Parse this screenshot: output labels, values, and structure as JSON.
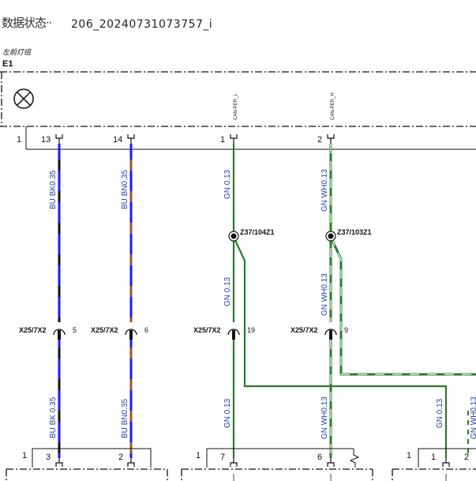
{
  "header": {
    "status_label": "数据状态",
    "status_dots": "··",
    "file_id": "206_20240731073757_i"
  },
  "component": {
    "name": "左前灯组",
    "id": "E1"
  },
  "colors": {
    "blue": "#1a1aff",
    "black": "#111111",
    "brown": "#a0522d",
    "green": "#2a7a2a",
    "white": "#ffffff",
    "label_blue": "#1f3fa6"
  },
  "pins_top": {
    "row_number": "1",
    "pins": [
      "13",
      "14",
      "1",
      "2"
    ],
    "signals": [
      "CAN-PER_L",
      "CAN-PER_H"
    ]
  },
  "wire_labels": {
    "w1_top": "BU BK0.35",
    "w2_top": "BU BN0.35",
    "w3_top": "GN 0.13",
    "w4_top": "GN WH0.13",
    "w3_mid": "GN 0.13",
    "w4_mid": "GN WH0.13",
    "w1_bot": "BU BK 0.35",
    "w2_bot": "BU BN0.35",
    "w3_bot": "GN 0.13",
    "w4_bot": "GN WH0.13",
    "w5_bot": "GN 0.13",
    "w6_bot": "GN WH0.13"
  },
  "splices": [
    {
      "label": "Z37/104Z1"
    },
    {
      "label": "Z37/103Z1"
    }
  ],
  "inline_connectors": [
    {
      "label": "X25/7X2",
      "pin": "5"
    },
    {
      "label": "X25/7X2",
      "pin": "6"
    },
    {
      "label": "X25/7X2",
      "pin": "19"
    },
    {
      "label": "X25/7X2",
      "pin": "9"
    }
  ],
  "bottom_blocks": [
    {
      "row_number": "1",
      "pins": [
        "3",
        "2"
      ]
    },
    {
      "row_number": "1",
      "pins": [
        "7",
        "6"
      ]
    },
    {
      "row_number": "1",
      "pins": [
        "1",
        "2"
      ]
    }
  ]
}
